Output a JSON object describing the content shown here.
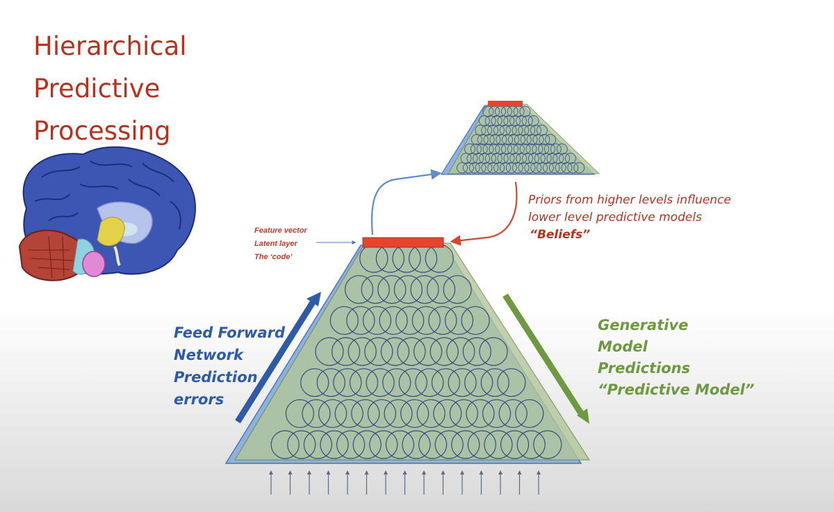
{
  "title": "Hierarchical\nPredictive\nProcessing",
  "labels": {
    "feed_forward": [
      "Feed Forward",
      "Network",
      "Prediction",
      "errors"
    ],
    "generative": [
      "Generative",
      "Model",
      "Predictions",
      "“Predictive Model”"
    ],
    "priors": [
      "Priors from higher levels influence",
      "lower level  predictive models"
    ],
    "beliefs": "“Beliefs”",
    "feature": [
      "Feature vector",
      "Latent layer",
      "The ‘code’"
    ]
  },
  "colors": {
    "title": "#b5321f",
    "feed_forward": "#2e5aa8",
    "generative": "#6d9940",
    "code_bar": "#e5452a",
    "pyramid_blue": "#8fb1de",
    "pyramid_green": "#b4c79a"
  },
  "icons": [
    "brain-illustration",
    "upward-input-arrows"
  ]
}
